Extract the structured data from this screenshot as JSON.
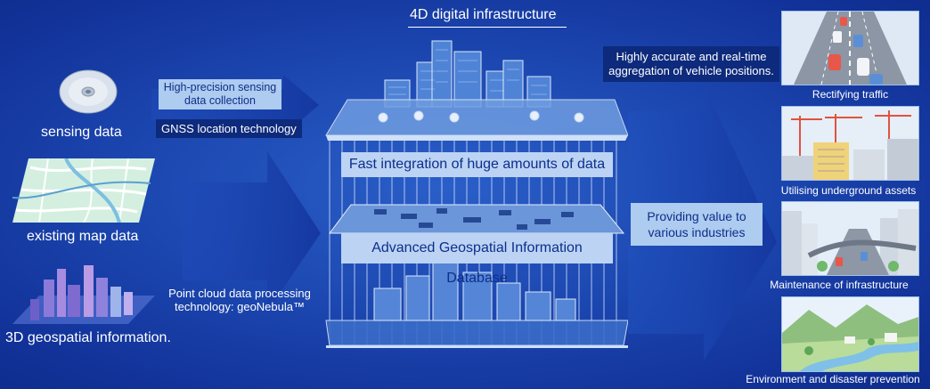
{
  "title": "4D digital infrastructure",
  "inputs": {
    "sensing": "sensing data",
    "map": "existing map data",
    "geo3d": "3D geospatial information."
  },
  "processes": {
    "high_precision": "High-precision sensing data collection",
    "gnss": "GNSS location technology",
    "point_cloud_line1": "Point cloud data processing",
    "point_cloud_line2": "technology: geoNebula™"
  },
  "center": {
    "integration": "Fast integration of huge amounts of data",
    "database": "Advanced Geospatial Information Database"
  },
  "outputs": {
    "vehicle": "Highly accurate and real-time aggregation of vehicle positions.",
    "value": "Providing value to various industries"
  },
  "applications": [
    "Rectifying traffic",
    "Utilising underground assets",
    "Maintenance of infrastructure",
    "Environment and disaster prevention"
  ],
  "colors": {
    "background": "#1c47b0",
    "arrow": "#1a3fa8",
    "light_box": "#aecbf0",
    "dark_box": "#0d2a7c"
  }
}
